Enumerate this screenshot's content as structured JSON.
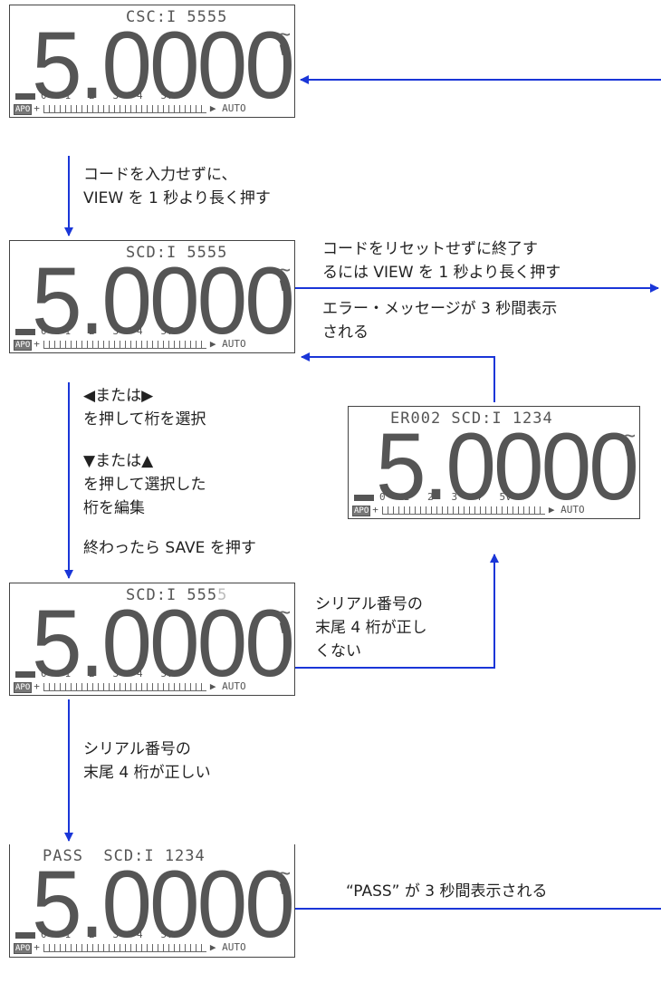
{
  "screens": {
    "s1": {
      "mode": "CSC:I 5555",
      "value": "5.0000"
    },
    "s2": {
      "mode": "SCD:I 5555",
      "value": "5.0000"
    },
    "s3": {
      "mode_main": "SCD:I 555",
      "mode_dim": "5",
      "value": "5.0000"
    },
    "s4": {
      "mode": "PASS  SCD:I 1234",
      "value": "5.0000"
    },
    "err": {
      "mode": "ER002 SCD:I 1234",
      "value": "5.0000"
    }
  },
  "lcd_common": {
    "ac_symbol": "~",
    "unit": "V",
    "scale_labels": "0   1   2   3   4   5V",
    "apo_label": "APO",
    "auto_label": "AUTO"
  },
  "annotations": {
    "a1_line1": "コードを入力せずに、",
    "a1_line2": "VIEW を 1 秒より長く押す",
    "right1_line1": "コードをリセットせずに終了す",
    "right1_line2": "るには VIEW を 1 秒より長く押す",
    "right2_line1": "エラー・メッセージが 3 秒間表示",
    "right2_line2": "される",
    "select_line1": "◀または▶",
    "select_line2": "を押して桁を選択",
    "edit_line1": "▼または▲",
    "edit_line2": "を押して選択した",
    "edit_line3": "桁を編集",
    "save_line": "終わったら SAVE を押す",
    "wrong_line1": "シリアル番号の",
    "wrong_line2": "末尾 4 桁が正し",
    "wrong_line3": "くない",
    "right_line1": "シリアル番号の",
    "right_line2": "末尾 4 桁が正しい",
    "pass_line": "“PASS” が 3 秒間表示される"
  },
  "colors": {
    "arrow": "#1a36d8",
    "lcd_text": "#555555"
  }
}
